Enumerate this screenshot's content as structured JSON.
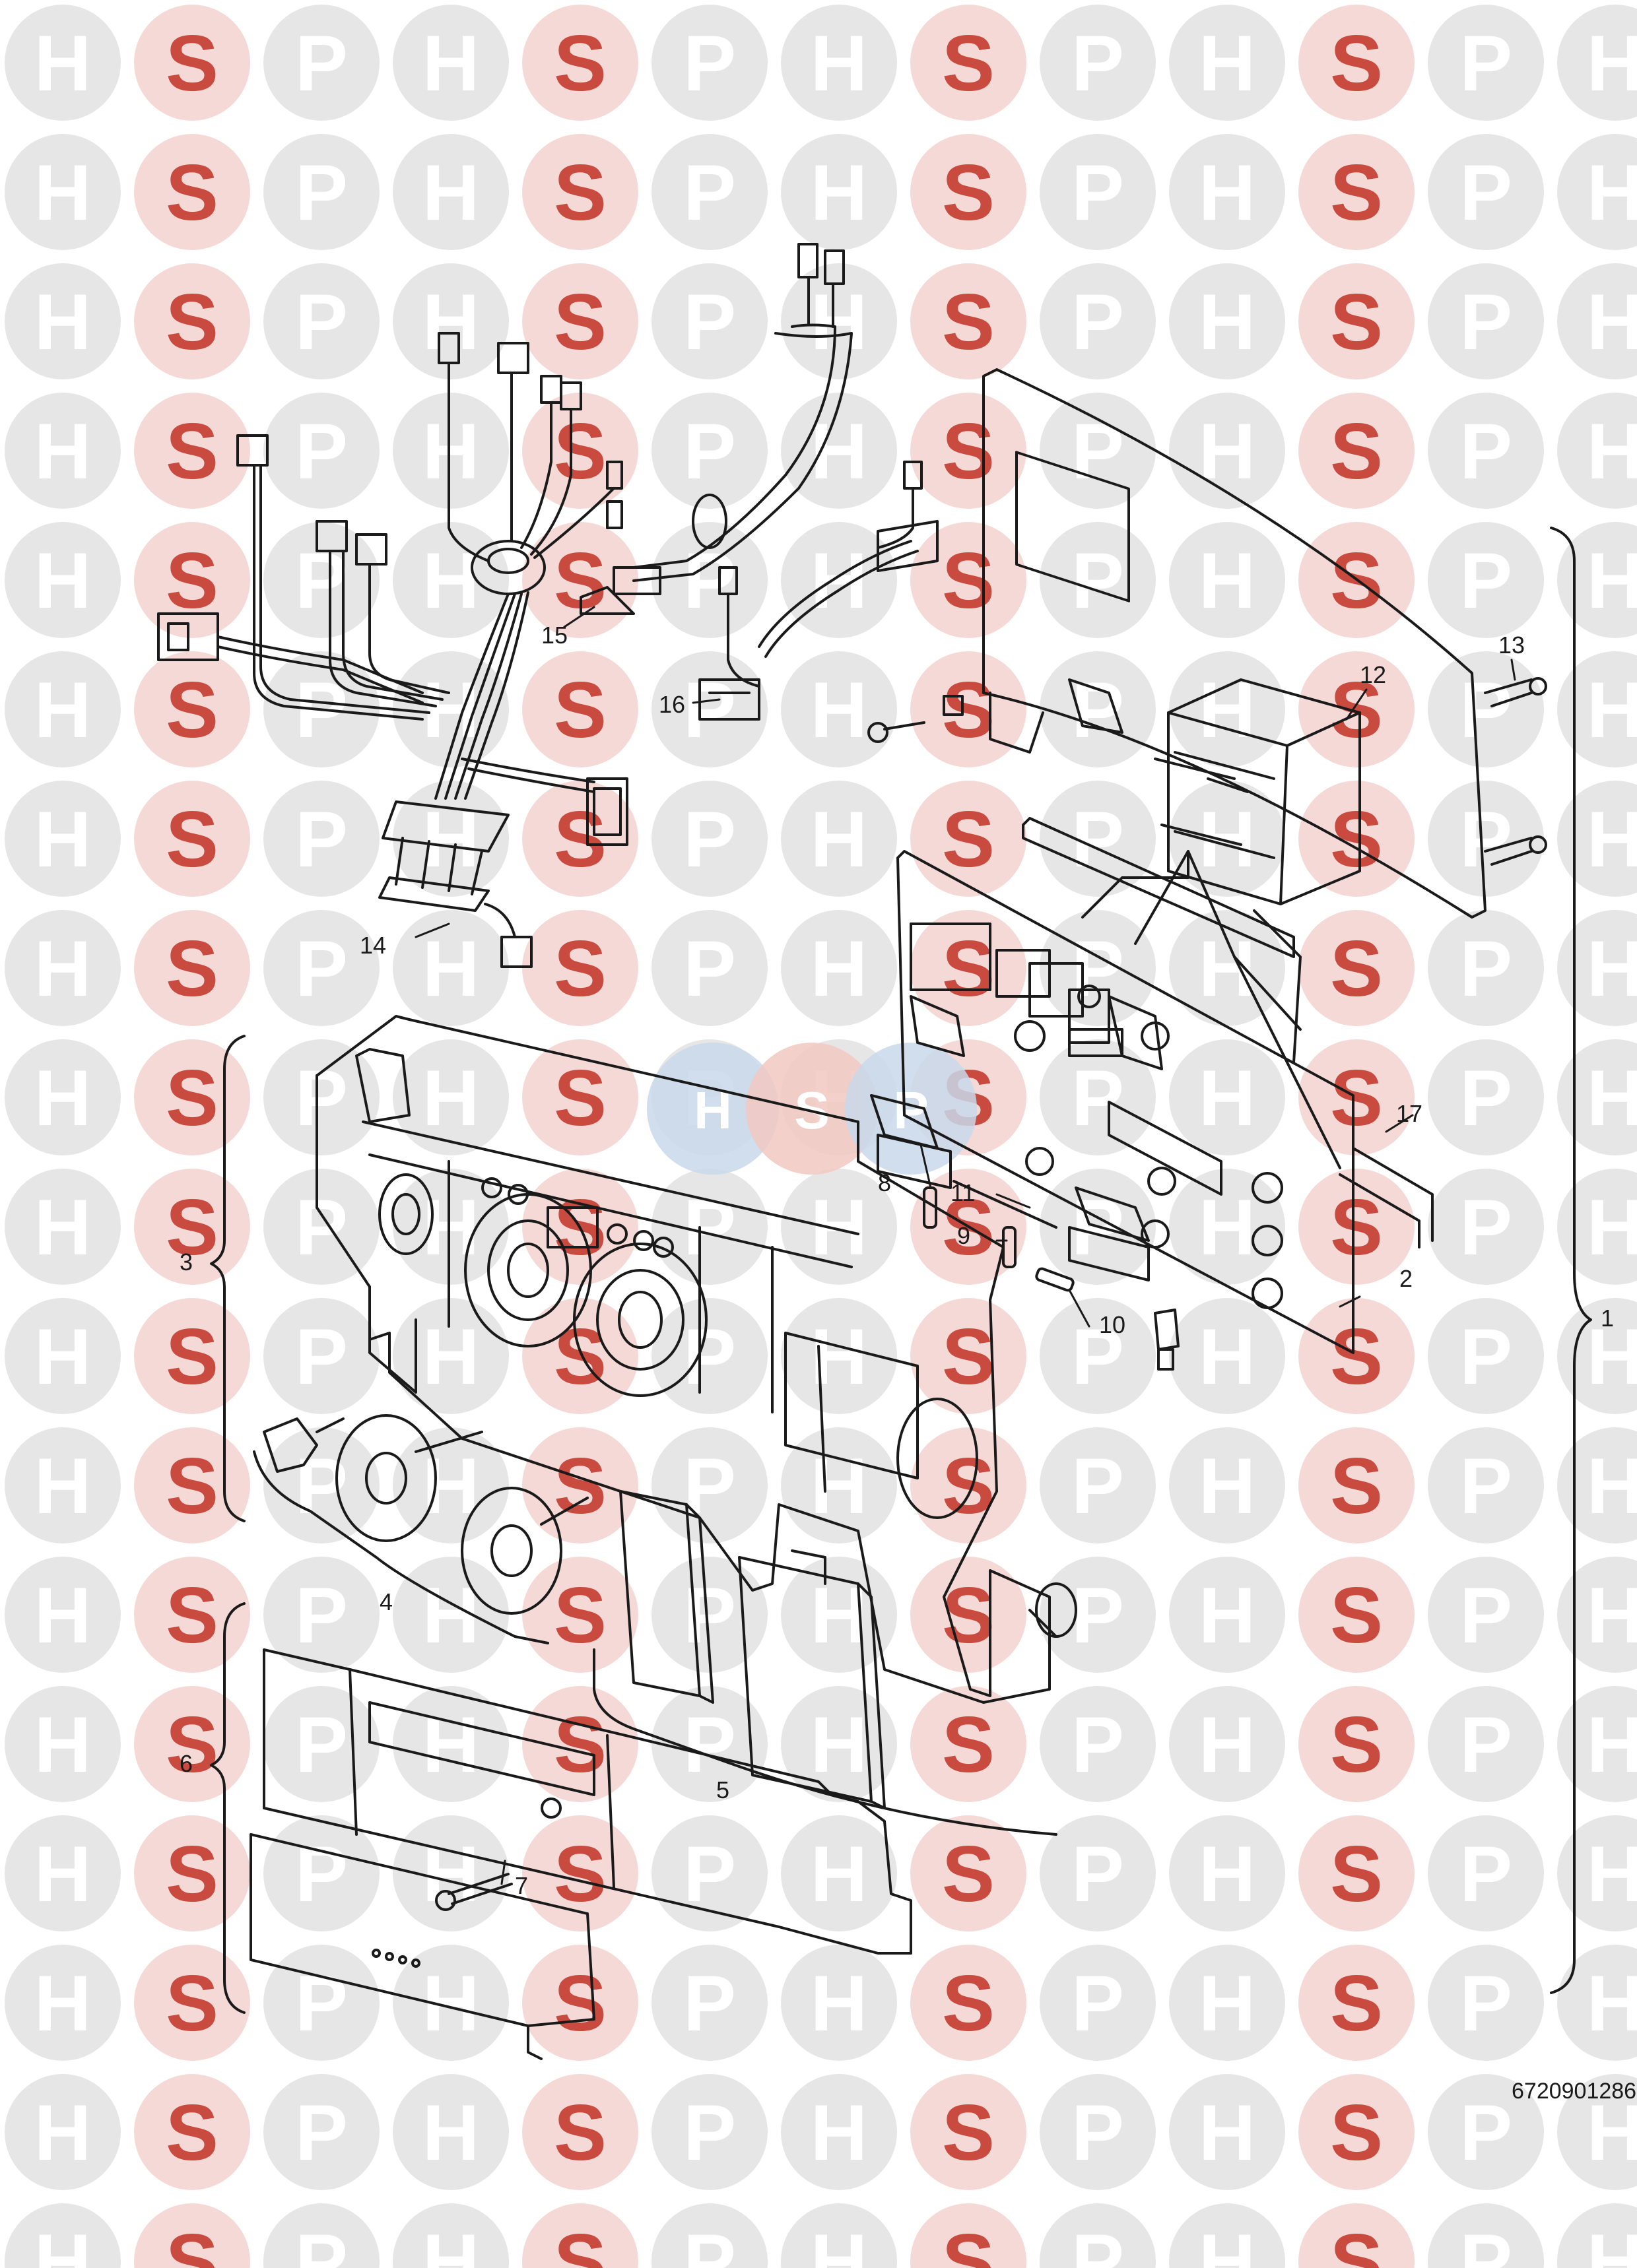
{
  "watermark": {
    "letters": [
      "H",
      "S",
      "P"
    ],
    "colors": {
      "H": "#e6e6e6",
      "S": "#f5d9d6",
      "P": "#e6e6e6"
    },
    "letter_colors": {
      "H": "#ffffff",
      "S": "#c94a3e",
      "P": "#ffffff"
    },
    "center_badge_colors": [
      "#c8d8ea",
      "#f2c8c2",
      "#c8d8ea"
    ]
  },
  "drawing": {
    "reference_code": "6720901286",
    "line_color": "#1a1a1a",
    "callouts": [
      {
        "id": "c1",
        "label": "1"
      },
      {
        "id": "c2",
        "label": "2"
      },
      {
        "id": "c3",
        "label": "3"
      },
      {
        "id": "c4",
        "label": "4"
      },
      {
        "id": "c5",
        "label": "5"
      },
      {
        "id": "c6",
        "label": "6"
      },
      {
        "id": "c7",
        "label": "7"
      },
      {
        "id": "c8",
        "label": "8"
      },
      {
        "id": "c9",
        "label": "9"
      },
      {
        "id": "c10",
        "label": "10"
      },
      {
        "id": "c11",
        "label": "11"
      },
      {
        "id": "c12",
        "label": "12"
      },
      {
        "id": "c13",
        "label": "13"
      },
      {
        "id": "c14",
        "label": "14"
      },
      {
        "id": "c15",
        "label": "15"
      },
      {
        "id": "c16",
        "label": "16"
      },
      {
        "id": "c17",
        "label": "17"
      }
    ]
  }
}
